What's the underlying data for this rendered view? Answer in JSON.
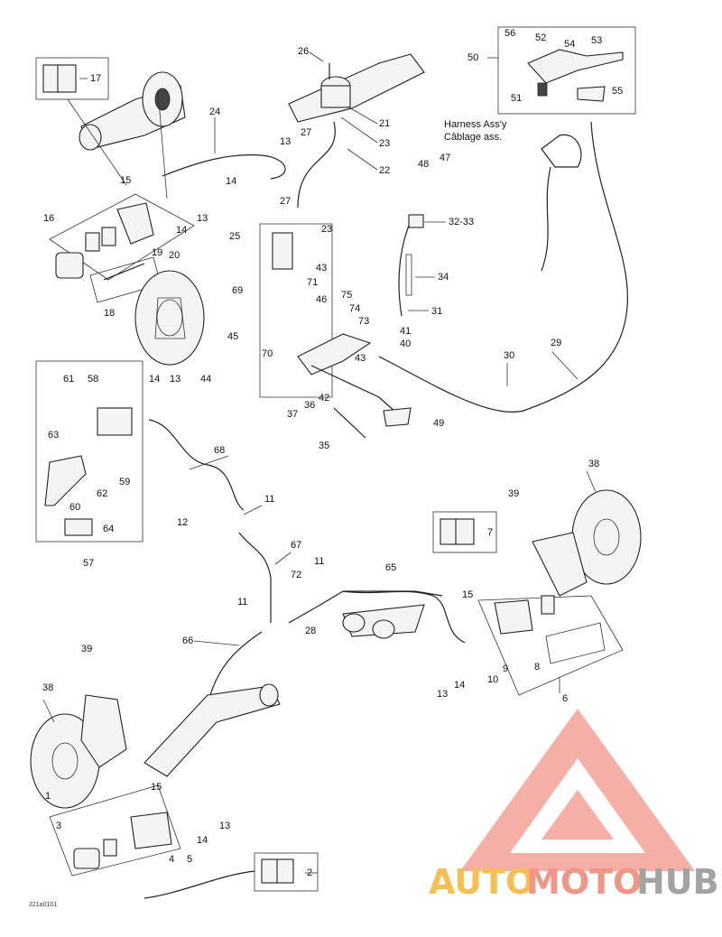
{
  "harness": {
    "line1": "Harness Ass'y",
    "line2": "Câblage ass."
  },
  "reference_code": "221a0101",
  "watermark": {
    "part1": "AUTO",
    "part2": "MOTO",
    "part3": "HUB",
    "colors": {
      "auto": "#f5b942",
      "moto": "#f08a7a",
      "hub": "#9a9a9a",
      "triangle": "#f08a7a"
    }
  },
  "callouts": {
    "c1": "1",
    "c2": "2",
    "c3": "3",
    "c4": "4",
    "c5": "5",
    "c6": "6",
    "c7": "7",
    "c8": "8",
    "c9": "9",
    "c10": "10",
    "c11a": "11",
    "c11b": "11",
    "c11c": "11",
    "c12": "12",
    "c13a": "13",
    "c13b": "13",
    "c13c": "13",
    "c13d": "13",
    "c13e": "13",
    "c14a": "14",
    "c14b": "14",
    "c14c": "14",
    "c14d": "14",
    "c14e": "14",
    "c15a": "15",
    "c15b": "15",
    "c15c": "15",
    "c16": "16",
    "c17": "17",
    "c18": "18",
    "c19": "19",
    "c20": "20",
    "c21": "21",
    "c22": "22",
    "c23a": "23",
    "c23b": "23",
    "c24": "24",
    "c25": "25",
    "c26": "26",
    "c27a": "27",
    "c27b": "27",
    "c28": "28",
    "c29": "29",
    "c30": "30",
    "c31": "31",
    "c3233": "32-33",
    "c34": "34",
    "c35": "35",
    "c36": "36",
    "c37": "37",
    "c38a": "38",
    "c38b": "38",
    "c39a": "39",
    "c39b": "39",
    "c40": "40",
    "c41": "41",
    "c42": "42",
    "c43a": "43",
    "c43b": "43",
    "c44": "44",
    "c45": "45",
    "c46": "46",
    "c47": "47",
    "c48": "48",
    "c49": "49",
    "c50": "50",
    "c51": "51",
    "c52": "52",
    "c53": "53",
    "c54": "54",
    "c55": "55",
    "c56": "56",
    "c57": "57",
    "c58": "58",
    "c59": "59",
    "c60": "60",
    "c61": "61",
    "c62": "62",
    "c63": "63",
    "c64": "64",
    "c65": "65",
    "c66": "66",
    "c67": "67",
    "c68": "68",
    "c69": "69",
    "c70": "70",
    "c71": "71",
    "c72": "72",
    "c73": "73",
    "c74": "74",
    "c75": "75"
  }
}
